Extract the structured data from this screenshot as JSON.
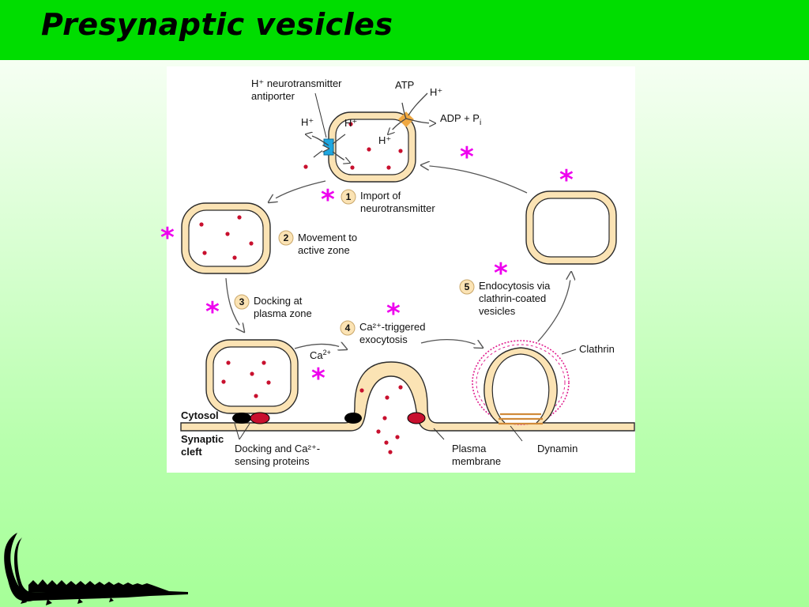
{
  "title": "Presynaptic vesicles",
  "labels": {
    "antiporter_line1": "H⁺ neurotransmitter",
    "antiporter_line2": "antiporter",
    "atp": "ATP",
    "h_plus": "H⁺",
    "adp": "ADP + P",
    "adp_sub": "i",
    "ca": "Ca",
    "ca_sup": "2+",
    "cytosol": "Cytosol",
    "synaptic_line1": "Synaptic",
    "synaptic_line2": "cleft",
    "docking_line1": "Docking and Ca²⁺-",
    "docking_line2": "sensing proteins",
    "plasma_line1": "Plasma",
    "plasma_line2": "membrane",
    "dynamin": "Dynamin",
    "clathrin": "Clathrin"
  },
  "steps": [
    {
      "number": "1",
      "line1": "Import of",
      "line2": "neurotransmitter"
    },
    {
      "number": "2",
      "line1": "Movement to",
      "line2": "active zone"
    },
    {
      "number": "3",
      "line1": "Docking at",
      "line2": "plasma zone"
    },
    {
      "number": "4",
      "line1": "Ca²⁺-triggered",
      "line2": "exocytosis"
    },
    {
      "number": "5",
      "line1": "Endocytosis via",
      "line2": "clathrin-coated",
      "line3": "vesicles"
    }
  ],
  "marker": "*",
  "colors": {
    "title_bar": "#00dd00",
    "membrane": "#fbe3b4",
    "membrane_edge": "#2b2b2b",
    "neurotransmitter": "#c8102e",
    "asterisk": "#ee00ee",
    "antiporter": "#1ea7e0",
    "atpase": "#f0a840",
    "clathrin": "#e0208f",
    "dynamin": "#d08a3a",
    "step_circle": "#fbe3b4"
  }
}
